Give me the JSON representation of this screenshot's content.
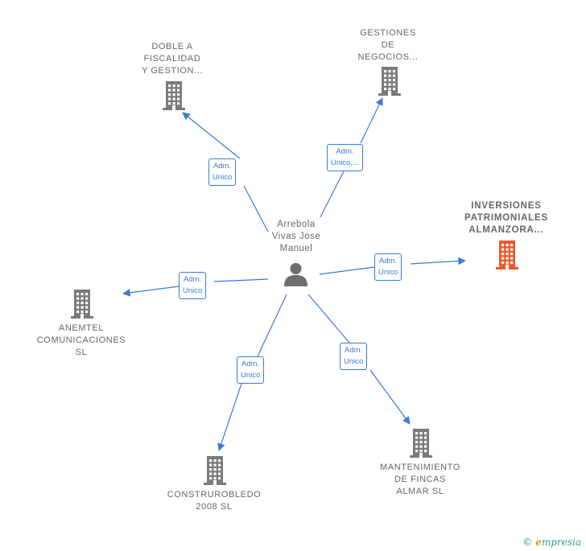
{
  "person": {
    "label_lines": [
      "Arrebola",
      "Vivas Jose",
      "Manuel"
    ],
    "icon": "person-icon"
  },
  "companies": [
    {
      "id": "doble",
      "label_lines": [
        "DOBLE A",
        "FISCALIDAD",
        "Y GESTION..."
      ],
      "icon": "building-icon",
      "highlight": false
    },
    {
      "id": "gestiones",
      "label_lines": [
        "GESTIONES",
        "DE",
        "NEGOCIOS..."
      ],
      "icon": "building-icon",
      "highlight": false
    },
    {
      "id": "inversiones",
      "label_lines": [
        "INVERSIONES",
        "PATRIMONIALES",
        "ALMANZORA..."
      ],
      "icon": "building-icon",
      "highlight": true
    },
    {
      "id": "anemtel",
      "label_lines": [
        "ANEMTEL",
        "COMUNICACIONES",
        "SL"
      ],
      "icon": "building-icon",
      "highlight": false
    },
    {
      "id": "mantenimiento",
      "label_lines": [
        "MANTENIMIENTO",
        "DE FINCAS",
        "ALMAR  SL"
      ],
      "icon": "building-icon",
      "highlight": false
    },
    {
      "id": "construobledo",
      "label_lines": [
        "CONSTRUROBLEDO",
        "2008 SL"
      ],
      "icon": "building-icon",
      "highlight": false
    }
  ],
  "relations": [
    {
      "target": "doble",
      "label_lines": [
        "Adm.",
        "Unico"
      ]
    },
    {
      "target": "gestiones",
      "label_lines": [
        "Adm.",
        "Unico,..."
      ]
    },
    {
      "target": "inversiones",
      "label_lines": [
        "Adm.",
        "Unico"
      ]
    },
    {
      "target": "anemtel",
      "label_lines": [
        "Adm.",
        "Unico"
      ]
    },
    {
      "target": "mantenimiento",
      "label_lines": [
        "Adm.",
        "Unico"
      ]
    },
    {
      "target": "construobledo",
      "label_lines": [
        "Adm.",
        "Unico"
      ]
    }
  ],
  "colors": {
    "edge": "#3a7bd5",
    "building": "#7a7a7a",
    "building_highlight": "#f0582a",
    "person": "#6e6e6e",
    "label": "#666666"
  },
  "brand": {
    "copyright_symbol": "©",
    "name_initial": "e",
    "name_rest": "mpresia"
  }
}
